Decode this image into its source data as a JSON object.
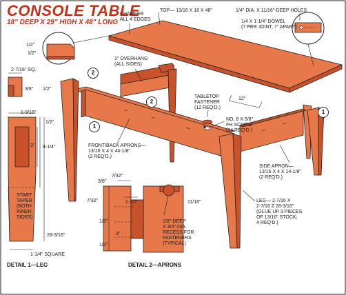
{
  "title": "CONSOLE TABLE",
  "subtitle": "18\" DEEP X 29\" HIGH X 48\" LONG",
  "labels": {
    "chamfer": "CHAMFER\nALL 4 EDGES",
    "top": "TOP— 13/16 X 18 X 48\"",
    "holes": "1/4\"-DIA. X 11/16\"-DEEP HOLES",
    "dowel": "1/4 X 1-1/4\" DOWEL\n(7 PER JOINT, 7\" APART)",
    "overhang": "1\" OVERHANG\n(ALL SIDES)",
    "tabletop_fastener": "TABLETOP\nFASTENER\n(12 REQ'D.)",
    "screw": "NO. 8 X 5/8\"\nFH SCREW\n(24 REQ'D.)",
    "front_apron": "FRONT/BACK APRONS—\n13/16 X 4 X 44-1/8\"\n(2 REQ'D.)",
    "side_apron": "SIDE APRON—\n13/16 X 4 X 14-1/8\"\n(2 REQ'D.)",
    "leg": "LEG— 2-7/16 X\n2-7/16 Z 28-3/16\"\n(GLUE UP 3 PIECES\nOF 13/16\" STOCK;\n4 REQ'D.)",
    "start_taper": "START\nTAPER\n(BOTH\nINNER\nSIDES)",
    "recess": "1/8\"-DEEP\nX 3/4\"-DIA.\nRECESS FOR\nFASTENERS\n(TYPICAL)",
    "detail1": "DETAIL 1—LEG",
    "detail2": "DETAIL 2—APRONS"
  },
  "dims": {
    "d_half_a": "1/2\"",
    "d_half_b": "1/2\"",
    "d_half_c": "1/2\"",
    "d_half_d": "1/2\"",
    "d_half_e": "1/2\"",
    "d_half_f": "1/2\"",
    "d_2_7_16": "2-7/16\" SQ.",
    "d_3_8": "3/8\"",
    "d_1_9_16": "1-9/16\"",
    "d_3": "3\"",
    "d_4_1_4": "4-1/4\"",
    "d_28": "28-3/16\"",
    "d_1_1_4sq": "1-1/4\" SQUARE",
    "d_12": "12\"",
    "d_3_8b": "3/8\"",
    "d_7_32a": "7/32\"",
    "d_7_32b": "7/32\"",
    "d_1_1_2": "1-1/2\"",
    "d_11_16": "11/16\"",
    "d_3b": "3\""
  },
  "callouts": {
    "c1": "1",
    "c2": "2"
  },
  "colors": {
    "wood": "#e7784a",
    "wood_dark": "#c8522a",
    "wood_light": "#f4a77c",
    "accent": "#c0321a",
    "line": "#222222"
  }
}
